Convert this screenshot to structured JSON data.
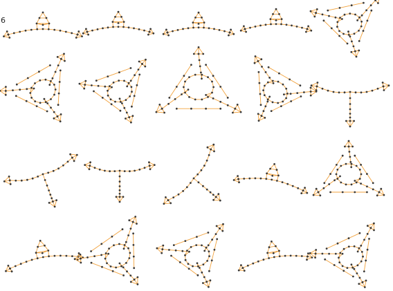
{
  "counter_label": "6",
  "colors": {
    "edge": "#f2a23c",
    "node": "#3a3a3a",
    "background": "#ffffff"
  },
  "grid": {
    "rows": 4,
    "columns": 5
  },
  "graphs": [
    {
      "shape": "flat-peak"
    },
    {
      "shape": "flat-peak"
    },
    {
      "shape": "flat-peak"
    },
    {
      "shape": "flat-peak"
    },
    {
      "shape": "triangle-hole"
    },
    {
      "shape": "triangle-hole"
    },
    {
      "shape": "triangle-hole"
    },
    {
      "shape": "triangle-hole"
    },
    {
      "shape": "triangle-hole"
    },
    {
      "shape": "tripod"
    },
    {
      "shape": "tripod"
    },
    {
      "shape": "tripod"
    },
    {
      "shape": "tripod"
    },
    {
      "shape": "flat-peak"
    },
    {
      "shape": "triangle-hole"
    },
    {
      "shape": "flat-peak"
    },
    {
      "shape": "triangle-hole"
    },
    {
      "shape": "triangle-hole"
    },
    {
      "shape": "flat-peak"
    },
    {
      "shape": "triangle-hole"
    }
  ]
}
